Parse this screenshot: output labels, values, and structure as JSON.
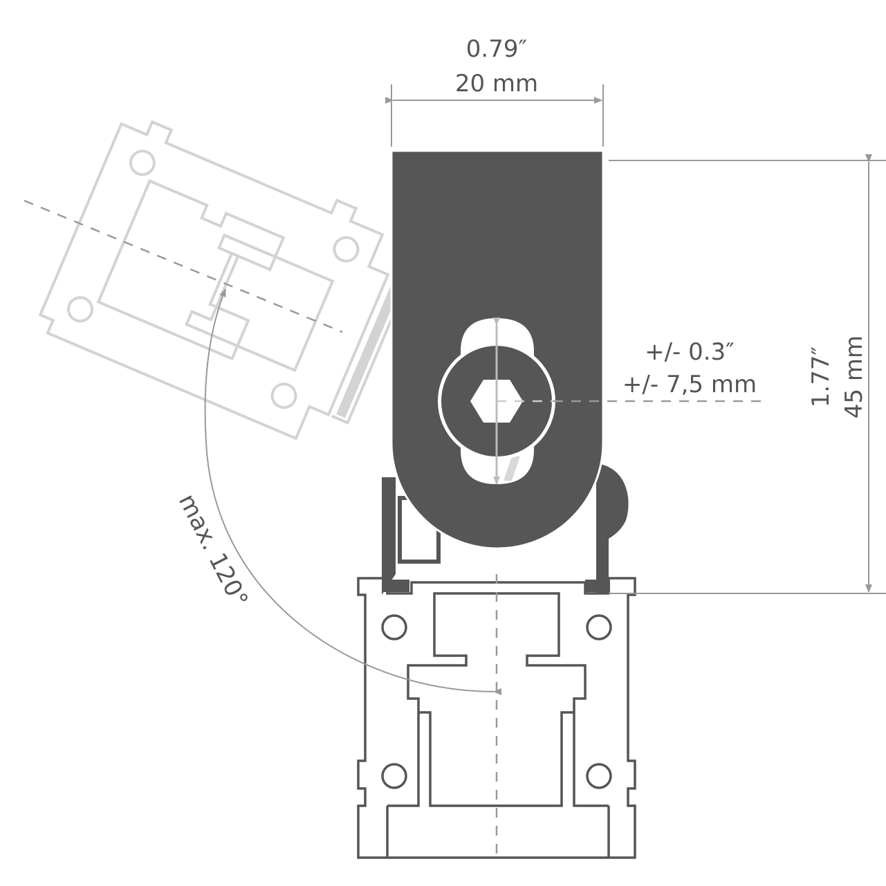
{
  "dimensions": {
    "width_in": "0.79″",
    "width_mm": "20 mm",
    "height_in": "1.77″",
    "height_mm": "45 mm",
    "adjust_in": "+/- 0.3″",
    "adjust_mm": "+/- 7,5 mm",
    "angle": "max. 120°"
  },
  "colors": {
    "dark_part": "#565656",
    "outline": "#555555",
    "ghost": "#d3d3d3",
    "dimension_line": "#999999",
    "text": "#555555"
  }
}
